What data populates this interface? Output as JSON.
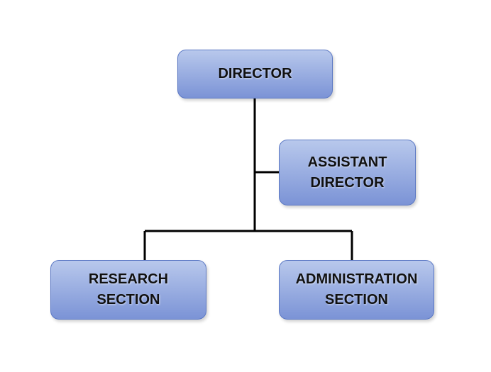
{
  "org_chart": {
    "colors": {
      "box_gradient_top": "#b8c8ec",
      "box_gradient_bottom": "#7b93d6",
      "box_border": "#5b78c4",
      "connector": "#000000",
      "text": "#111111"
    },
    "nodes": {
      "director": {
        "label": "DIRECTOR"
      },
      "assistant_director": {
        "label": "ASSISTANT\nDIRECTOR"
      },
      "research_section": {
        "label": "RESEARCH\nSECTION"
      },
      "administration_section": {
        "label": "ADMINISTRATION\nSECTION"
      }
    }
  }
}
